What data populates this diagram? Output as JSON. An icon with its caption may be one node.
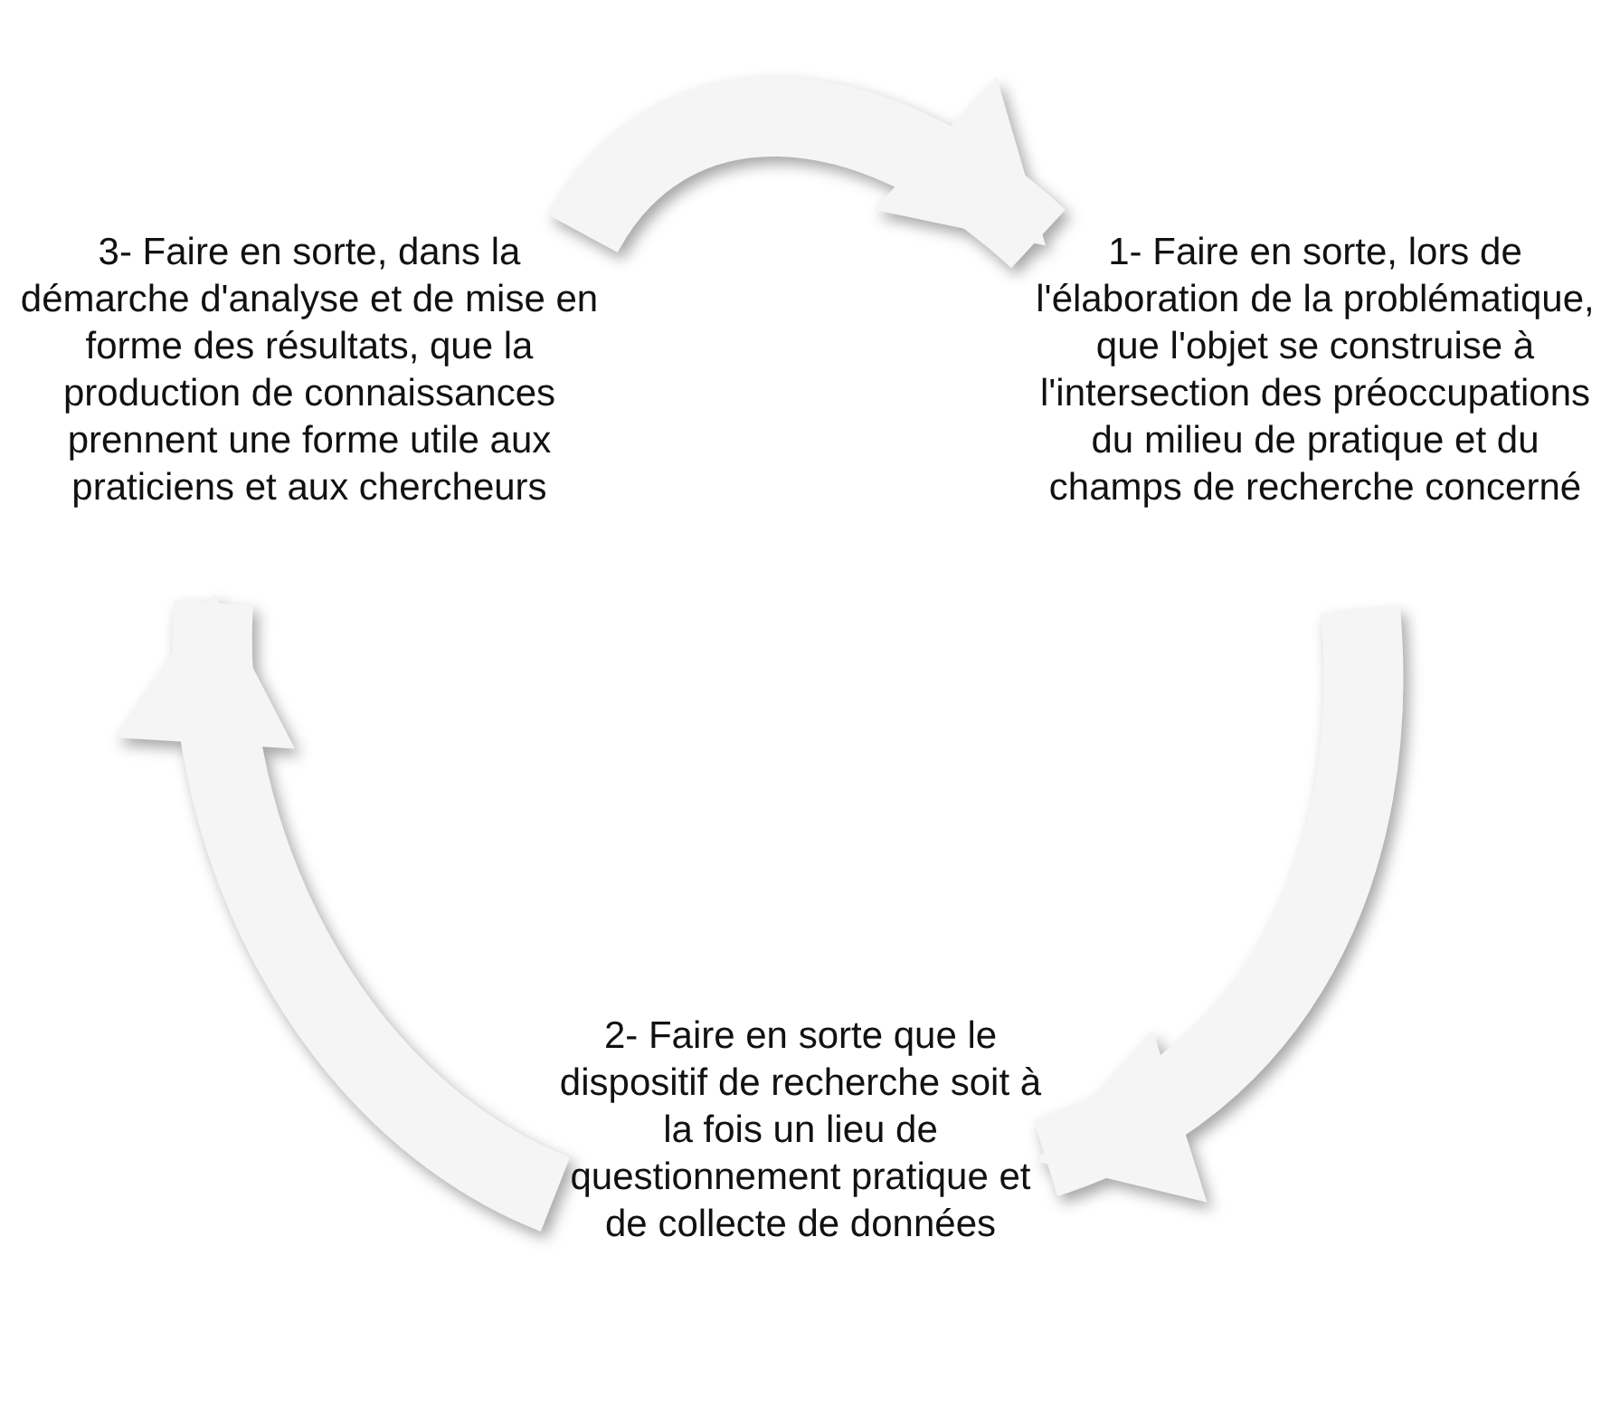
{
  "diagram": {
    "nodes": [
      {
        "text": [
          "1- Faire en sorte, lors de l'élaboration de la problématique, que l'objet se construise à l'intersection des préoccupations du milieu de pratique et du champs de recherche concerné"
        ]
      },
      {
        "text": [
          "2- Faire en sorte que le dispositif de recherche soit à la fois un lieu de questionnement pratique et de collecte de données"
        ]
      },
      {
        "text": [
          "3- Faire en sorte, dans la démarche d'analyse et de mise en forme des résultats, que la production de connaissances prennent une forme utile aux praticiens et aux chercheurs"
        ]
      }
    ],
    "edges": [
      {
        "from": 2,
        "to": 0,
        "arrow": "to"
      },
      {
        "from": 0,
        "to": 1,
        "arrow": "to"
      },
      {
        "from": 1,
        "to": 2,
        "arrow": "to"
      }
    ]
  }
}
